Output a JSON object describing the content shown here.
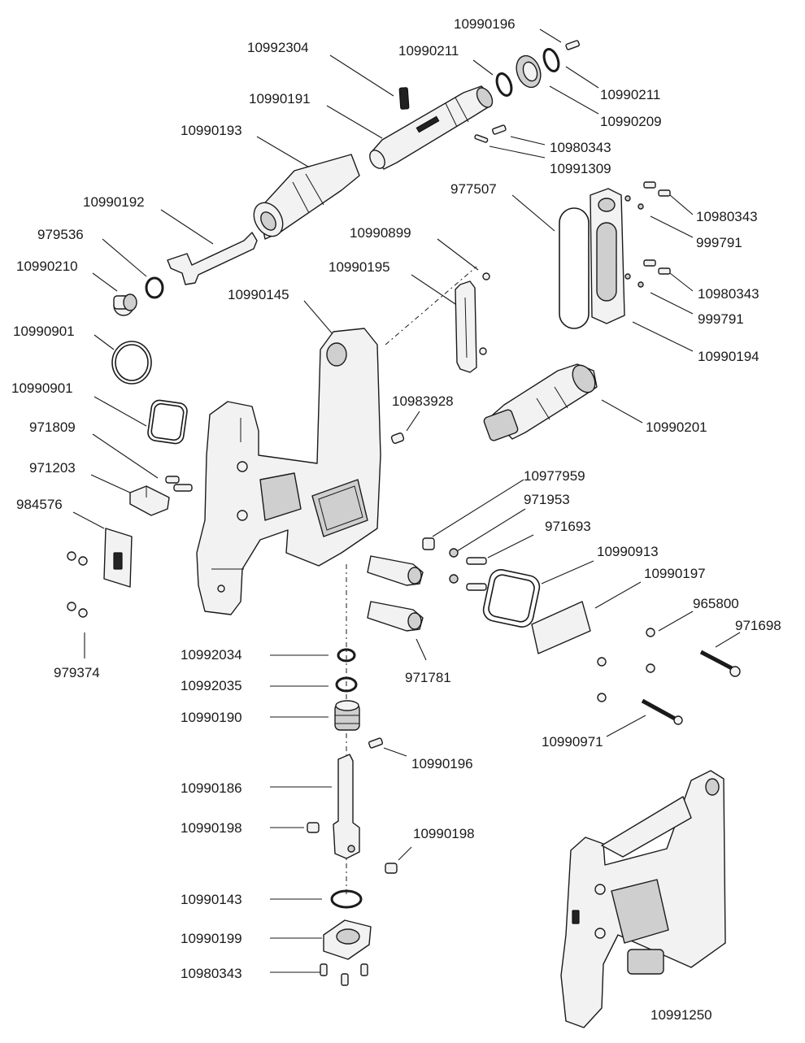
{
  "labels": {
    "p10990196_top": "10990196",
    "p10992304": "10992304",
    "p10990211_left": "10990211",
    "p10990211_right": "10990211",
    "p10990209": "10990209",
    "p10990191": "10990191",
    "p10990193": "10990193",
    "p10980343_a": "10980343",
    "p10991309": "10991309",
    "p977507": "977507",
    "p10980343_b": "10980343",
    "p999791_a": "999791",
    "p10990192": "10990192",
    "p979536": "979536",
    "p10990899": "10990899",
    "p10990210": "10990210",
    "p10990195": "10990195",
    "p10980343_c": "10980343",
    "p999791_b": "999791",
    "p10990145": "10990145",
    "p10990901_a": "10990901",
    "p10990194": "10990194",
    "p10990901_b": "10990901",
    "p10983928": "10983928",
    "p10990201": "10990201",
    "p971809": "971809",
    "p971203": "971203",
    "p10977959": "10977959",
    "p984576": "984576",
    "p971953": "971953",
    "p971693": "971693",
    "p10990913": "10990913",
    "p10990197": "10990197",
    "p965800": "965800",
    "p971698": "971698",
    "p10992034": "10992034",
    "p979374": "979374",
    "p971781": "971781",
    "p10992035": "10992035",
    "p10990190": "10990190",
    "p10990971": "10990971",
    "p10990196_mid": "10990196",
    "p10990186": "10990186",
    "p10990198_left": "10990198",
    "p10990198_right": "10990198",
    "p10990143": "10990143",
    "p10990199": "10990199",
    "p10980343_d": "10980343",
    "p10991250": "10991250"
  }
}
